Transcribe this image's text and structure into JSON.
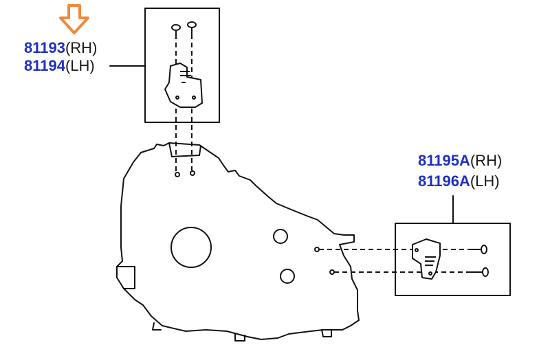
{
  "callouts": [
    {
      "part_no": "81193",
      "side": "(RH)"
    },
    {
      "part_no": "81194",
      "side": "(LH)"
    },
    {
      "part_no": "81195A",
      "side": "(RH)"
    },
    {
      "part_no": "81196A",
      "side": "(LH)"
    }
  ],
  "colors": {
    "part_number": "#1f2fbf",
    "text": "#1a1a1a",
    "highlight_arrow": "#f08a3c",
    "line_art": "#111111"
  },
  "icons": {
    "highlight": "down-arrow-icon"
  }
}
